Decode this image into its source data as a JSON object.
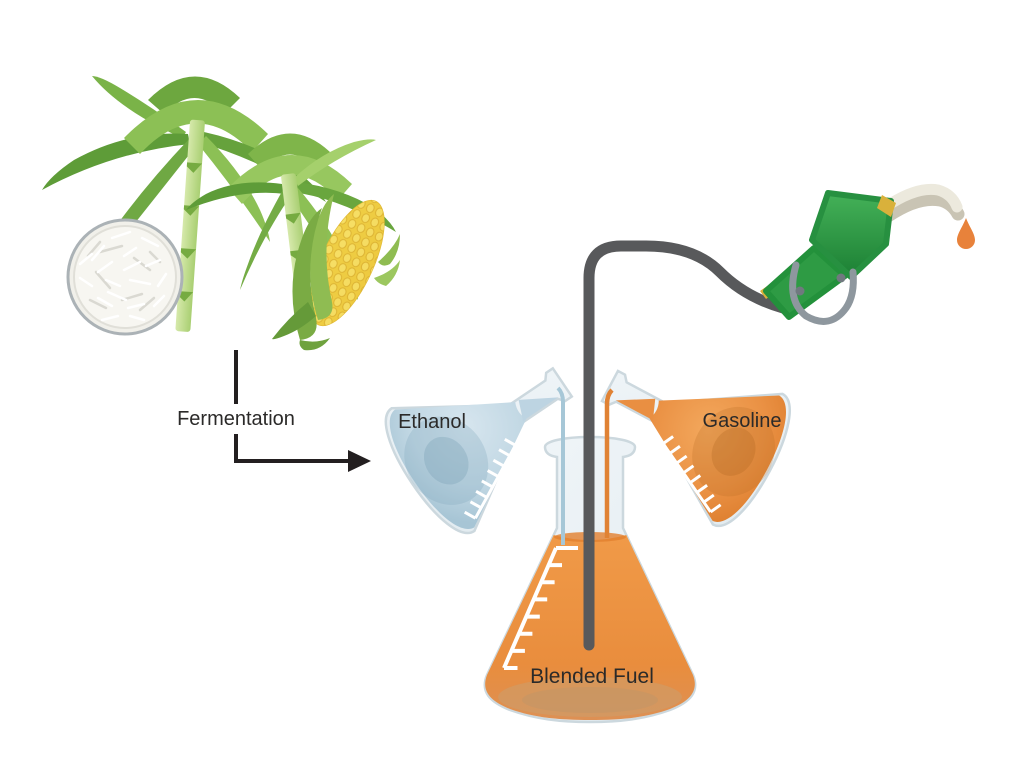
{
  "diagram": {
    "type": "ethanol-biofuel-process-diagram",
    "labels": {
      "fermentation": "Fermentation",
      "ethanol": "Ethanol",
      "gasoline": "Gasoline",
      "blended_fuel": "Blended Fuel"
    },
    "colors": {
      "background": "#ffffff",
      "label_text": "#2b2a29",
      "arrow": "#231f20",
      "ethanol_liquid": "#bdd4e2",
      "ethanol_stream": "#a6c7d7",
      "gasoline_liquid": "#e98f42",
      "gasoline_stream": "#e08234",
      "blended_liquid": "#ec9244",
      "glass": "#eaf1f5",
      "hose": "#58595b",
      "nozzle_green": "#2e9b44",
      "nozzle_spout": "#ece9dd",
      "fuel_drop": "#e8823b",
      "tick_marks": "#ffffff",
      "sugarcane_green": "#7fb24c",
      "corn_yellow": "#f2d44a",
      "grain_white": "#f4f3ee"
    }
  }
}
